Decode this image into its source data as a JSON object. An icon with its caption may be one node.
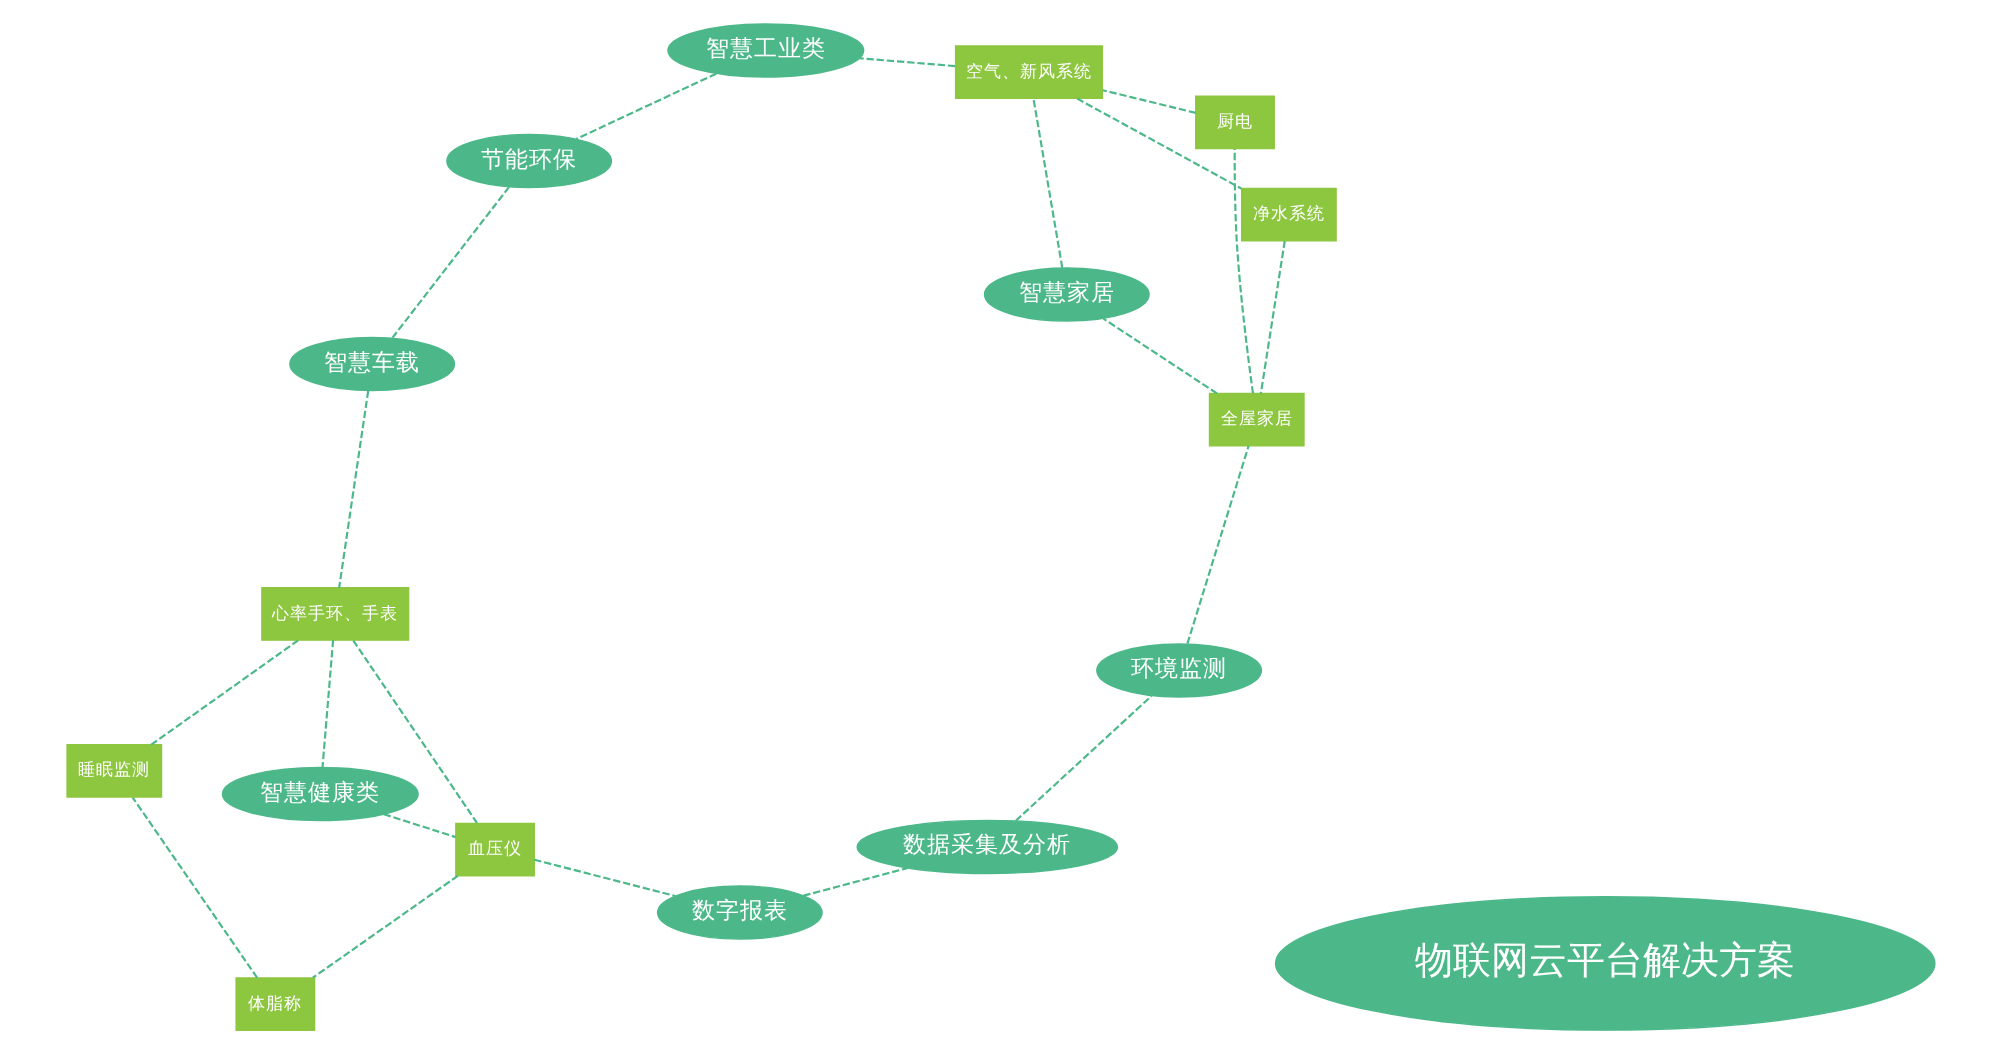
{
  "diagram": {
    "nodes": [
      {
        "text": [
          "物联网云平台解决方案"
        ]
      },
      {
        "text": [
          "智慧工业类"
        ]
      },
      {
        "text": [
          "节能环保"
        ]
      },
      {
        "text": [
          "智慧车载"
        ]
      },
      {
        "text": [
          "心率手环、手表"
        ]
      },
      {
        "text": [
          "睡眠监测"
        ]
      },
      {
        "text": [
          "智慧健康类"
        ]
      },
      {
        "text": [
          "体脂称"
        ]
      },
      {
        "text": [
          "血压仪"
        ]
      },
      {
        "text": [
          "数字报表"
        ]
      },
      {
        "text": [
          "数据采集及分析"
        ]
      },
      {
        "text": [
          "环境监测"
        ]
      },
      {
        "text": [
          "全屋家居"
        ]
      },
      {
        "text": [
          "厨电"
        ]
      },
      {
        "text": [
          "空气、新风系统"
        ]
      },
      {
        "text": [
          "智慧家居"
        ]
      },
      {
        "text": [
          "净水系统"
        ]
      }
    ],
    "edges": [
      {
        "from": 1,
        "to": 2,
        "arrow": "none",
        "style": "dashed"
      },
      {
        "from": 2,
        "to": 3,
        "arrow": "none",
        "style": "dashed"
      },
      {
        "from": 3,
        "to": 4,
        "arrow": "none",
        "style": "dashed"
      },
      {
        "from": 4,
        "to": 8,
        "arrow": "none",
        "style": "dashed"
      },
      {
        "from": 4,
        "to": 6,
        "arrow": "none",
        "style": "dashed"
      },
      {
        "from": 6,
        "to": 8,
        "arrow": "none",
        "style": "dashed"
      },
      {
        "from": 8,
        "to": 7,
        "arrow": "none",
        "style": "dashed"
      },
      {
        "from": 7,
        "to": 5,
        "arrow": "none",
        "style": "dashed"
      },
      {
        "from": 5,
        "to": 4,
        "arrow": "none",
        "style": "dashed"
      },
      {
        "from": 8,
        "to": 9,
        "arrow": "none",
        "style": "dashed"
      },
      {
        "from": 9,
        "to": 10,
        "arrow": "none",
        "style": "dashed"
      },
      {
        "from": 10,
        "to": 11,
        "arrow": "none",
        "style": "dashed"
      },
      {
        "from": 11,
        "to": 12,
        "arrow": "none",
        "style": "dashed"
      },
      {
        "from": 12,
        "to": 13,
        "arrow": "none",
        "style": "dashed"
      },
      {
        "from": 13,
        "to": 14,
        "arrow": "none",
        "style": "dashed"
      },
      {
        "from": 14,
        "to": 1,
        "arrow": "none",
        "style": "dashed"
      },
      {
        "from": 14,
        "to": 16,
        "arrow": "none",
        "style": "dashed"
      },
      {
        "from": 16,
        "to": 12,
        "arrow": "none",
        "style": "dashed"
      },
      {
        "from": 12,
        "to": 15,
        "arrow": "none",
        "style": "dashed"
      },
      {
        "from": 15,
        "to": 14,
        "arrow": "none",
        "style": "dashed"
      }
    ]
  }
}
